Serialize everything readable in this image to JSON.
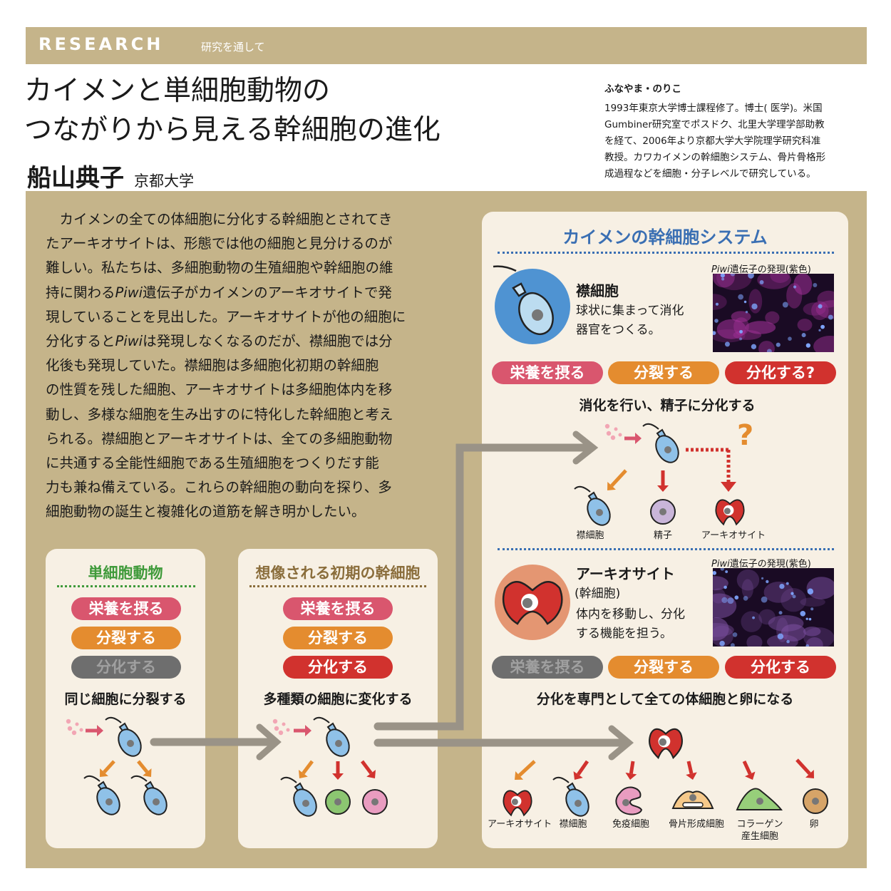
{
  "header": {
    "section_en": "RESEARCH",
    "section_jp": "研究を通して"
  },
  "article": {
    "title_line1": "カイメンと単細胞動物の",
    "title_line2": "つながりから見える幹細胞の進化",
    "author": "船山典子",
    "affiliation": "京都大学",
    "bio_name": "ふなやま・のりこ",
    "bio_text": "1993年東京大学博士課程修了。博士( 医学)。米国\nGumbiner研究室でポスドク、北里大学理学部助教\nを経て、2006年より京都大学大学院理学研究科准\n教授。カワカイメンの幹細胞システム、骨片骨格形\n成過程などを細胞・分子レベルで研究している。",
    "body": "　カイメンの全ての体細胞に分化する幹細胞とされてき\nたアーキオサイトは、形態では他の細胞と見分けるのが\n難しい。私たちは、多細胞動物の生殖細胞や幹細胞の維\n持に関わるPiwi遺伝子がカイメンのアーキオサイトで発\n現していることを見出した。アーキオサイトが他の細胞に\n分化するとPiwiは発現しなくなるのだが、襟細胞では分\n化後も発現していた。襟細胞は多細胞化初期の幹細胞\nの性質を残した細胞、アーキオサイトは多細胞体内を移\n動し、多様な細胞を生み出すのに特化した幹細胞と考え\nられる。襟細胞とアーキオサイトは、全ての多細胞動物\nに共通する全能性細胞である生殖細胞をつくりだす能\n力も兼ね備えている。これらの幹細胞の動向を探り、多\n細胞動物の誕生と複雑化の道筋を解き明かしたい。"
  },
  "pills": {
    "feed": "栄養を摂る",
    "divide": "分裂する",
    "differentiate": "分化する",
    "differentiate_q": "分化する?"
  },
  "unicellular": {
    "title": "単細胞動物",
    "caption": "同じ細胞に分裂する"
  },
  "early_stem": {
    "title": "想像される初期の幹細胞",
    "caption": "多種類の細胞に変化する"
  },
  "system": {
    "title": "カイメンの幹細胞システム",
    "photo_caption_italic": "Piwi",
    "photo_caption_rest": "遺伝子の発現(紫色)",
    "choanocyte": {
      "name": "襟細胞",
      "desc": "球状に集まって消化\n器官をつくる。",
      "caption": "消化を行い、精子に分化する",
      "question_mark": "?",
      "labels": [
        "襟細胞",
        "精子",
        "アーキオサイト"
      ]
    },
    "archaeocyte": {
      "name": "アーキオサイト",
      "sub": "(幹細胞)",
      "desc": "体内を移動し、分化\nする機能を担う。",
      "caption": "分化を専門として全ての体細胞と卵になる",
      "labels": [
        "アーキオサイト",
        "襟細胞",
        "免疫細胞",
        "骨片形成細胞",
        "コラーゲン\n産生細胞",
        "卵"
      ]
    }
  },
  "colors": {
    "beige": "#c5b48a",
    "card": "#f7f0e4",
    "pink": "#d9566e",
    "orange": "#e48c2f",
    "red": "#d1322e",
    "title_blue": "#3a6fb3",
    "green_title": "#3f9a3a",
    "brown_title": "#8a6d3b"
  }
}
